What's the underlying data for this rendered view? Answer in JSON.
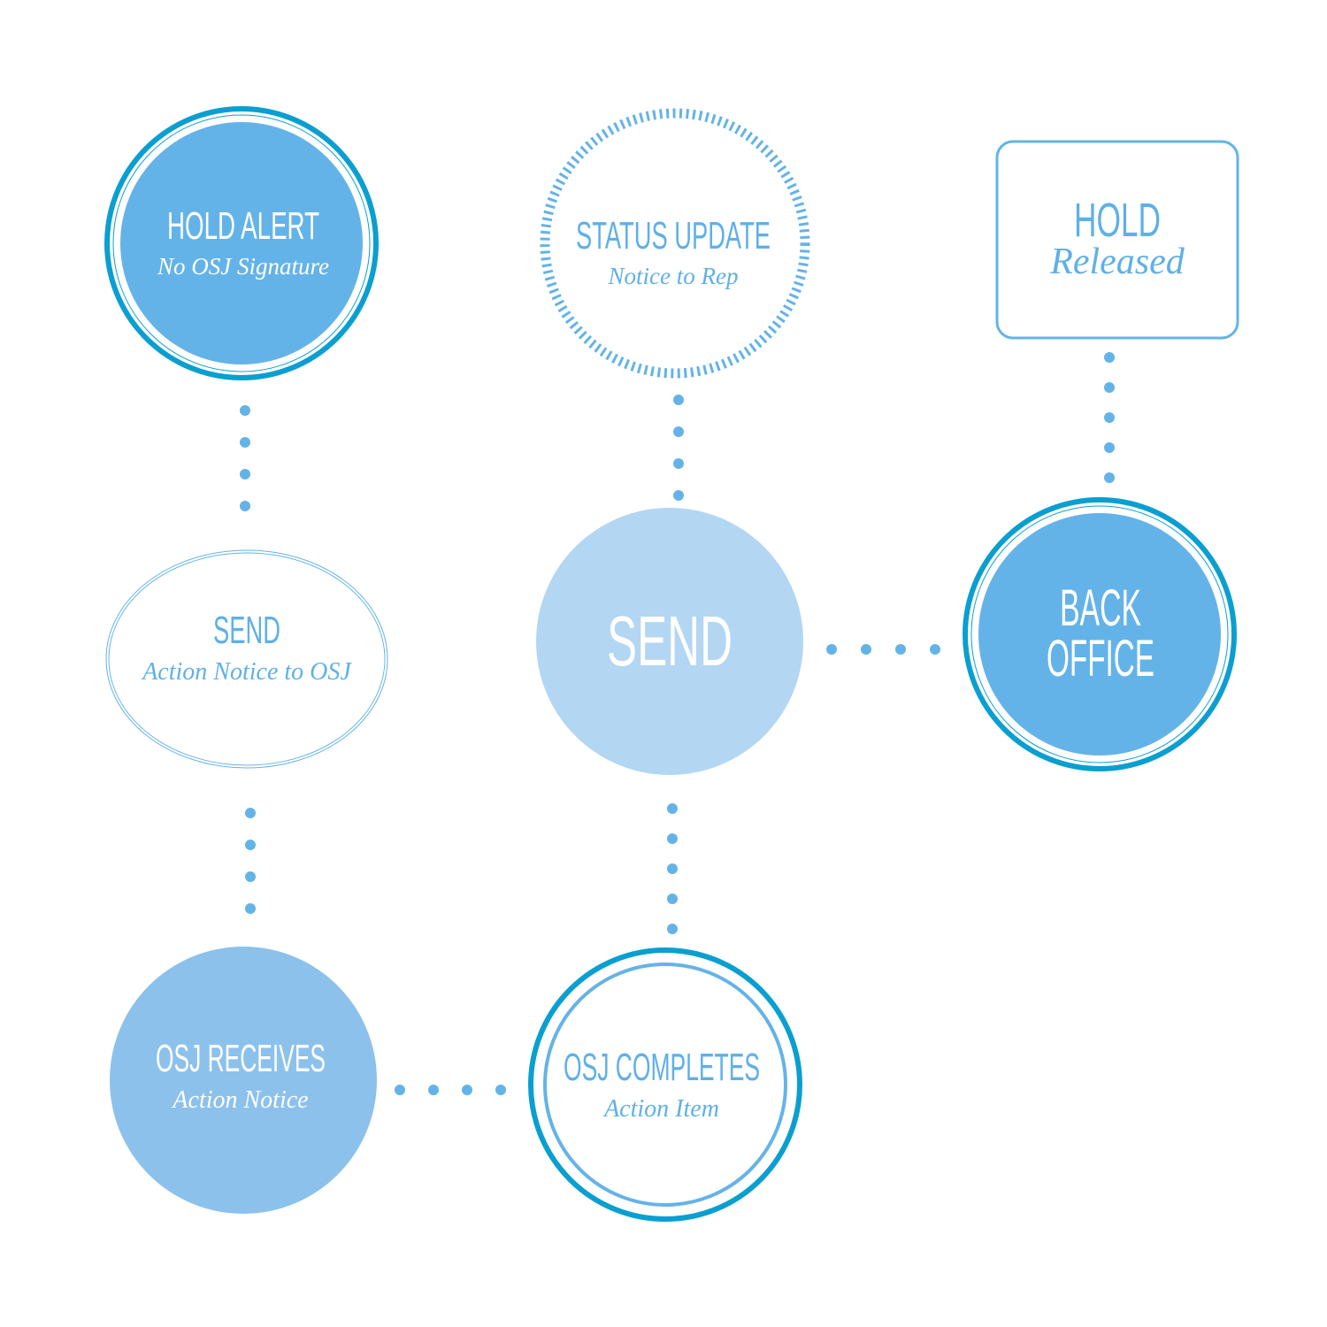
{
  "colors": {
    "ring_dark": "#0a9fd0",
    "fill_blue": "#64b3e8",
    "fill_light": "#b3d6f2",
    "fill_mid": "#8cc1ec",
    "text_blue": "#5fb0e8",
    "white": "#ffffff"
  },
  "nodes": {
    "hold_alert": {
      "title": "HOLD ALERT",
      "subtitle": "No OSJ Signature"
    },
    "status_update": {
      "title": "STATUS UPDATE",
      "subtitle": "Notice to Rep"
    },
    "hold_released": {
      "title": "HOLD",
      "subtitle": "Released"
    },
    "send_action": {
      "title": "SEND",
      "subtitle": "Action Notice to OSJ"
    },
    "send_main": {
      "title": "SEND"
    },
    "back_office": {
      "title_line1": "BACK",
      "title_line2": "OFFICE"
    },
    "osj_receives": {
      "title": "OSJ RECEIVES",
      "subtitle": "Action Notice"
    },
    "osj_completes": {
      "title": "OSJ COMPLETES",
      "subtitle": "Action Item"
    }
  }
}
